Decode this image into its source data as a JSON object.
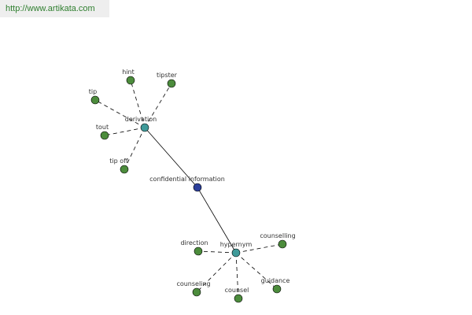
{
  "banner": {
    "url": "http://www.artikata.com"
  },
  "colors": {
    "center": "#2c3f9a",
    "hub": "#3f9a99",
    "leaf": "#4c8c3c",
    "edge": "#000000",
    "banner_text": "#2f7f2f"
  },
  "graph": {
    "center": {
      "id": "center",
      "label": "confidential information"
    },
    "hubs": [
      {
        "id": "derivation",
        "label": "derivation",
        "leaves": [
          "hint",
          "tipster",
          "tip",
          "tout",
          "tip off"
        ]
      },
      {
        "id": "hypernym",
        "label": "hypernym",
        "leaves": [
          "direction",
          "counselling",
          "counseling",
          "counsel",
          "guidance"
        ]
      }
    ]
  }
}
